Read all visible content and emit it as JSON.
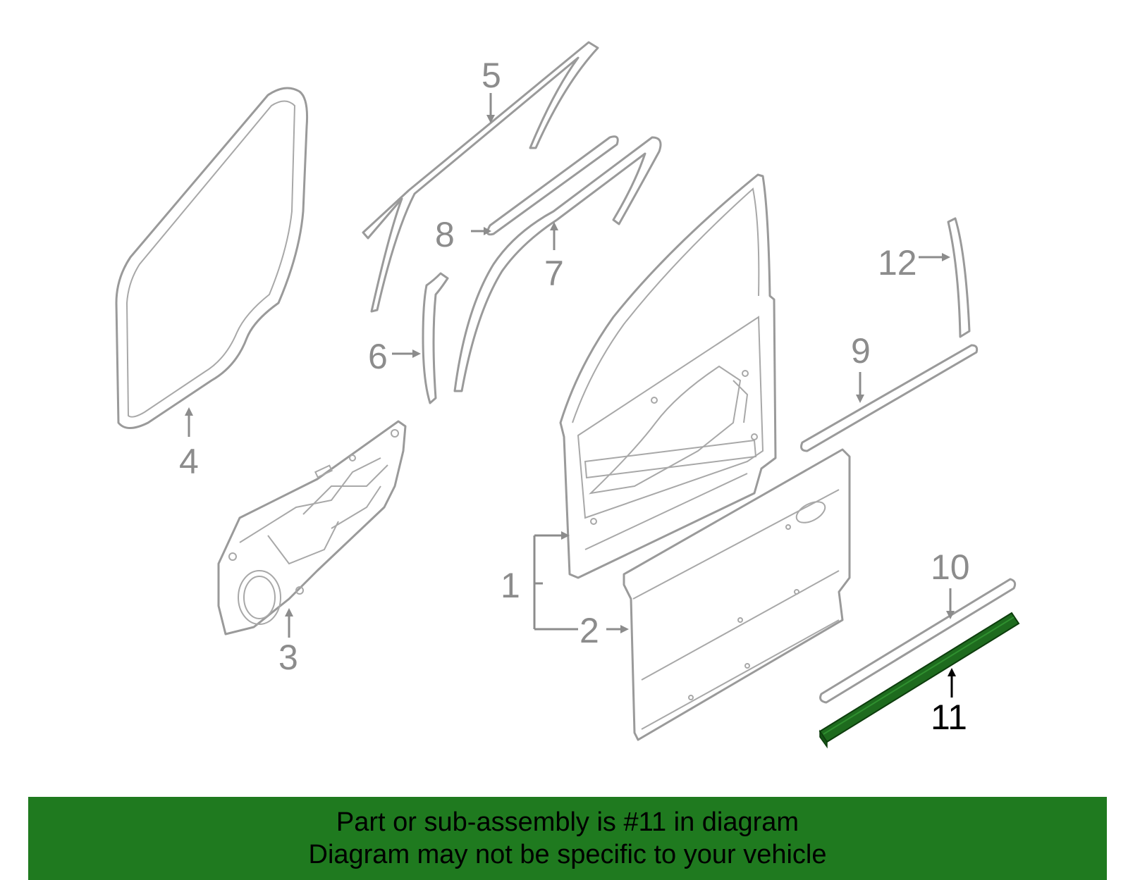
{
  "diagram": {
    "callouts": [
      {
        "id": "1",
        "text": "1"
      },
      {
        "id": "2",
        "text": "2"
      },
      {
        "id": "3",
        "text": "3"
      },
      {
        "id": "4",
        "text": "4"
      },
      {
        "id": "5",
        "text": "5"
      },
      {
        "id": "6",
        "text": "6"
      },
      {
        "id": "7",
        "text": "7"
      },
      {
        "id": "8",
        "text": "8"
      },
      {
        "id": "9",
        "text": "9"
      },
      {
        "id": "10",
        "text": "10"
      },
      {
        "id": "11",
        "text": "11"
      },
      {
        "id": "12",
        "text": "12"
      }
    ],
    "highlighted_part": "11",
    "colors": {
      "part_line": "#9a9a9a",
      "label": "#8c8c8c",
      "highlight": "#1e6b1e",
      "banner": "#1f7a1f"
    }
  },
  "banner": {
    "line1": "Part or sub-assembly is #11 in diagram",
    "line2": "Diagram may not be specific to your vehicle"
  }
}
